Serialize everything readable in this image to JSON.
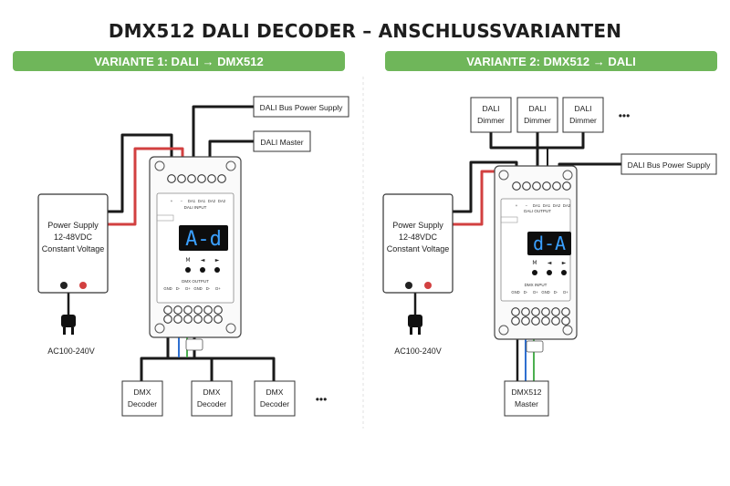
{
  "title": "DMX512 DALI DECODER – ANSCHLUSSVARIANTEN",
  "colors": {
    "banner": "#6fb65a",
    "banner_text": "#ffffff",
    "wire_black": "#1a1a1a",
    "wire_red": "#d24040",
    "wire_green": "#4caf50",
    "wire_blue": "#2e6fd0",
    "display_bg": "#0d0d0d",
    "display_digit": "#3aa0ff"
  },
  "left": {
    "banner": "VARIANTE 1: DALI → DMX512",
    "psu": {
      "line1": "Power Supply",
      "line2": "12-48VDC",
      "line3": "Constant Voltage"
    },
    "mains": "AC100-240V",
    "dali_bus_ps": "DALI Bus Power Supply",
    "dali_master": "DALI Master",
    "device": {
      "top_terminals": [
        "+",
        "−",
        "DA1",
        "DA1",
        "DA2",
        "DA2"
      ],
      "section_label": "DALI INPUT",
      "display": "A-d",
      "buttons": [
        "M",
        "◄",
        "►"
      ],
      "bottom_section_label": "DMX OUTPUT",
      "bottom_terminals": [
        "GND",
        "D-",
        "D+",
        "GND",
        "D-",
        "D+"
      ]
    },
    "decoders": [
      {
        "line1": "DMX",
        "line2": "Decoder"
      },
      {
        "line1": "DMX",
        "line2": "Decoder"
      },
      {
        "line1": "DMX",
        "line2": "Decoder"
      }
    ],
    "ellipsis": "•••"
  },
  "right": {
    "banner": "VARIANTE 2: DMX512 → DALI",
    "psu": {
      "line1": "Power Supply",
      "line2": "12-48VDC",
      "line3": "Constant Voltage"
    },
    "mains": "AC100-240V",
    "dali_bus_ps": "DALI Bus Power Supply",
    "dimmers": [
      {
        "line1": "DALI",
        "line2": "Dimmer"
      },
      {
        "line1": "DALI",
        "line2": "Dimmer"
      },
      {
        "line1": "DALI",
        "line2": "Dimmer"
      }
    ],
    "ellipsis": "•••",
    "device": {
      "top_terminals": [
        "+",
        "−",
        "DA1",
        "DA1",
        "DA2",
        "DA2"
      ],
      "section_label": "DALI OUTPUT",
      "display": "d-A",
      "buttons": [
        "M",
        "◄",
        "►"
      ],
      "bottom_section_label": "DMX INPUT",
      "bottom_terminals": [
        "GND",
        "D-",
        "D+",
        "GND",
        "D-",
        "D+"
      ]
    },
    "master": {
      "line1": "DMX512",
      "line2": "Master"
    }
  }
}
